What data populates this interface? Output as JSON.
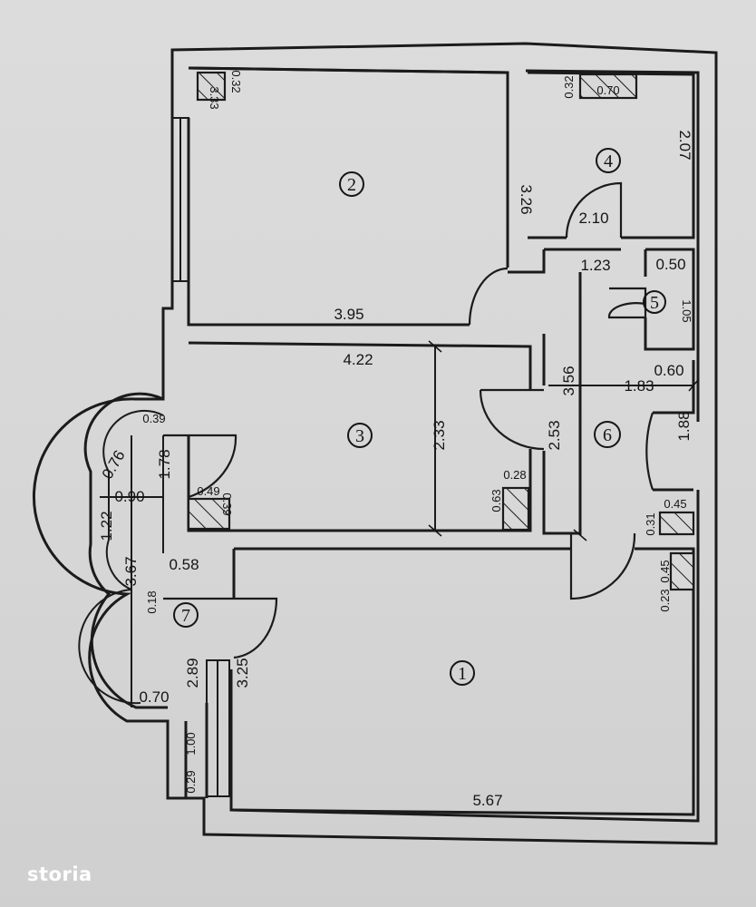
{
  "logo": {
    "text": "storia"
  },
  "rooms": [
    {
      "id": "1",
      "label": "1"
    },
    {
      "id": "2",
      "label": "2"
    },
    {
      "id": "3",
      "label": "3"
    },
    {
      "id": "4",
      "label": "4"
    },
    {
      "id": "5",
      "label": "5"
    },
    {
      "id": "6",
      "label": "6"
    },
    {
      "id": "7",
      "label": "7"
    }
  ],
  "dimensions": {
    "room2_width": "3.95",
    "room2_height": "3.26",
    "room2_column": "3.33",
    "room2_column_side": "0.32",
    "room4_height": "2.07",
    "room4_column": "0.70",
    "room4_column_side": "0.32",
    "room4_door": "2.10",
    "hall_top": "1.23",
    "room5_width": "0.50",
    "room5_side": "1.05",
    "room3_width": "4.22",
    "room3_height": "2.33",
    "room3_column_w": "0.28",
    "room3_column_h": "0.63",
    "room6_height": "3.56",
    "room6_width": "1.83",
    "room6_side": "0.60",
    "room6_height2": "2.53",
    "room6_right": "1.88",
    "room6_column_w": "0.45",
    "room6_column_h": "0.31",
    "room1_column_h": "0.45",
    "room1_column_w": "0.23",
    "room1_height": "3.25",
    "room1_width": "5.67",
    "bay_arc": "0.76",
    "bay_a": "0.39",
    "bay_b": "1.78",
    "bay_c": "0.90",
    "bay_d": "1.22",
    "bay_col_w": "0.49",
    "bay_col_h": "0.39",
    "room7_height": "3.67",
    "room7_a": "0.58",
    "room7_b": "0.18",
    "room7_c": "0.70",
    "room7_d": "2.89",
    "room7_e": "1.00",
    "room7_f": "0.29"
  }
}
